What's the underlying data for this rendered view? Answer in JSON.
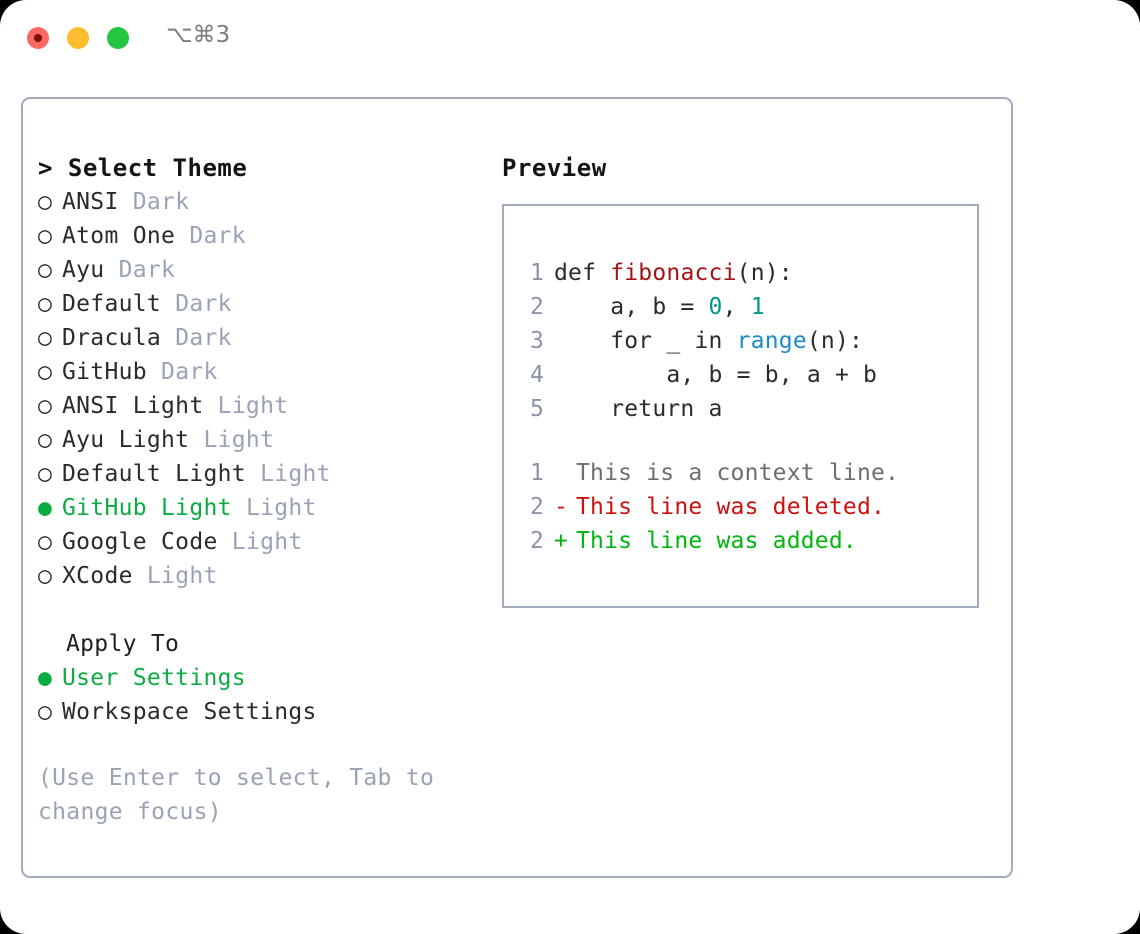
{
  "titlebar": {
    "shortcut": "⌥⌘3",
    "traffic_lights": [
      {
        "name": "close",
        "color": "#fb6a62"
      },
      {
        "name": "minimize",
        "color": "#fbbd2e"
      },
      {
        "name": "maximize",
        "color": "#25c63f"
      }
    ]
  },
  "theme_picker": {
    "header_prefix": ">",
    "header": "Select Theme",
    "bullet_unselected": "○",
    "bullet_selected": "●",
    "items": [
      {
        "name": "ANSI",
        "variant": "Dark",
        "selected": false
      },
      {
        "name": "Atom One",
        "variant": "Dark",
        "selected": false
      },
      {
        "name": "Ayu",
        "variant": "Dark",
        "selected": false
      },
      {
        "name": "Default",
        "variant": "Dark",
        "selected": false
      },
      {
        "name": "Dracula",
        "variant": "Dark",
        "selected": false
      },
      {
        "name": "GitHub",
        "variant": "Dark",
        "selected": false
      },
      {
        "name": "ANSI Light",
        "variant": "Light",
        "selected": false
      },
      {
        "name": "Ayu Light",
        "variant": "Light",
        "selected": false
      },
      {
        "name": "Default Light",
        "variant": "Light",
        "selected": false
      },
      {
        "name": "GitHub Light",
        "variant": "Light",
        "selected": true
      },
      {
        "name": "Google Code",
        "variant": "Light",
        "selected": false
      },
      {
        "name": "XCode",
        "variant": "Light",
        "selected": false
      }
    ]
  },
  "apply_to": {
    "header": "Apply To",
    "options": [
      {
        "label": "User Settings",
        "selected": true
      },
      {
        "label": "Workspace Settings",
        "selected": false
      }
    ]
  },
  "hint": "(Use Enter to select, Tab to change focus)",
  "preview": {
    "title": "Preview",
    "code_lines": [
      {
        "num": "1",
        "tokens": [
          {
            "t": "def ",
            "c": "kw"
          },
          {
            "t": "fibonacci",
            "c": "fn"
          },
          {
            "t": "(n):",
            "c": "kw"
          }
        ]
      },
      {
        "num": "2",
        "tokens": [
          {
            "t": "    a, b = ",
            "c": "kw"
          },
          {
            "t": "0",
            "c": "num"
          },
          {
            "t": ", ",
            "c": "kw"
          },
          {
            "t": "1",
            "c": "num"
          }
        ]
      },
      {
        "num": "3",
        "tokens": [
          {
            "t": "    for _ in ",
            "c": "kw"
          },
          {
            "t": "range",
            "c": "bi"
          },
          {
            "t": "(n):",
            "c": "kw"
          }
        ]
      },
      {
        "num": "4",
        "tokens": [
          {
            "t": "        a, b = b, a + b",
            "c": "kw"
          }
        ]
      },
      {
        "num": "5",
        "tokens": [
          {
            "t": "    return a",
            "c": "kw"
          }
        ]
      }
    ],
    "diff_lines": [
      {
        "num": "1",
        "marker": " ",
        "text": "This is a context line.",
        "kind": "diff-ctx"
      },
      {
        "num": "2",
        "marker": "-",
        "text": "This line was deleted.",
        "kind": "diff-del"
      },
      {
        "num": "2",
        "marker": "+",
        "text": "This line was added.",
        "kind": "diff-add"
      }
    ]
  },
  "colors": {
    "accent_green": "#0bad42",
    "border": "#a3acbd",
    "muted": "#9aa3b5",
    "line_number": "#8a94a8",
    "fn_red": "#a31515",
    "num_teal": "#009688",
    "builtin_blue": "#1a8cc8",
    "diff_delete": "#cc1111",
    "diff_add": "#00b60f"
  }
}
